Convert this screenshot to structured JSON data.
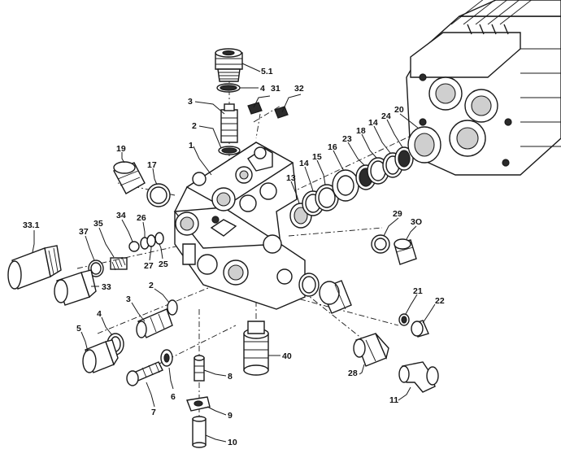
{
  "callouts": [
    {
      "id": "c5_1",
      "label": "5.1"
    },
    {
      "id": "c4_top",
      "label": "4"
    },
    {
      "id": "c31",
      "label": "31"
    },
    {
      "id": "c32",
      "label": "32"
    },
    {
      "id": "c3_top",
      "label": "3"
    },
    {
      "id": "c2_top",
      "label": "2"
    },
    {
      "id": "c1",
      "label": "1"
    },
    {
      "id": "c19",
      "label": "19"
    },
    {
      "id": "c17",
      "label": "17"
    },
    {
      "id": "c13",
      "label": "13"
    },
    {
      "id": "c14_a",
      "label": "14"
    },
    {
      "id": "c15",
      "label": "15"
    },
    {
      "id": "c16",
      "label": "16"
    },
    {
      "id": "c23",
      "label": "23"
    },
    {
      "id": "c18",
      "label": "18"
    },
    {
      "id": "c14_b",
      "label": "14"
    },
    {
      "id": "c24",
      "label": "24"
    },
    {
      "id": "c20",
      "label": "20"
    },
    {
      "id": "c33_1",
      "label": "33.1"
    },
    {
      "id": "c37",
      "label": "37"
    },
    {
      "id": "c35",
      "label": "35"
    },
    {
      "id": "c34",
      "label": "34"
    },
    {
      "id": "c26",
      "label": "26"
    },
    {
      "id": "c27",
      "label": "27"
    },
    {
      "id": "c25",
      "label": "25"
    },
    {
      "id": "c29",
      "label": "29"
    },
    {
      "id": "c30",
      "label": "3O"
    },
    {
      "id": "c33",
      "label": "33"
    },
    {
      "id": "c2_low",
      "label": "2"
    },
    {
      "id": "c3_low",
      "label": "3"
    },
    {
      "id": "c4_low",
      "label": "4"
    },
    {
      "id": "c5",
      "label": "5"
    },
    {
      "id": "c21",
      "label": "21"
    },
    {
      "id": "c22",
      "label": "22"
    },
    {
      "id": "c40",
      "label": "40"
    },
    {
      "id": "c8",
      "label": "8"
    },
    {
      "id": "c6",
      "label": "6"
    },
    {
      "id": "c7",
      "label": "7"
    },
    {
      "id": "c9",
      "label": "9"
    },
    {
      "id": "c10",
      "label": "10"
    },
    {
      "id": "c28",
      "label": "28"
    },
    {
      "id": "c11",
      "label": "11"
    }
  ]
}
